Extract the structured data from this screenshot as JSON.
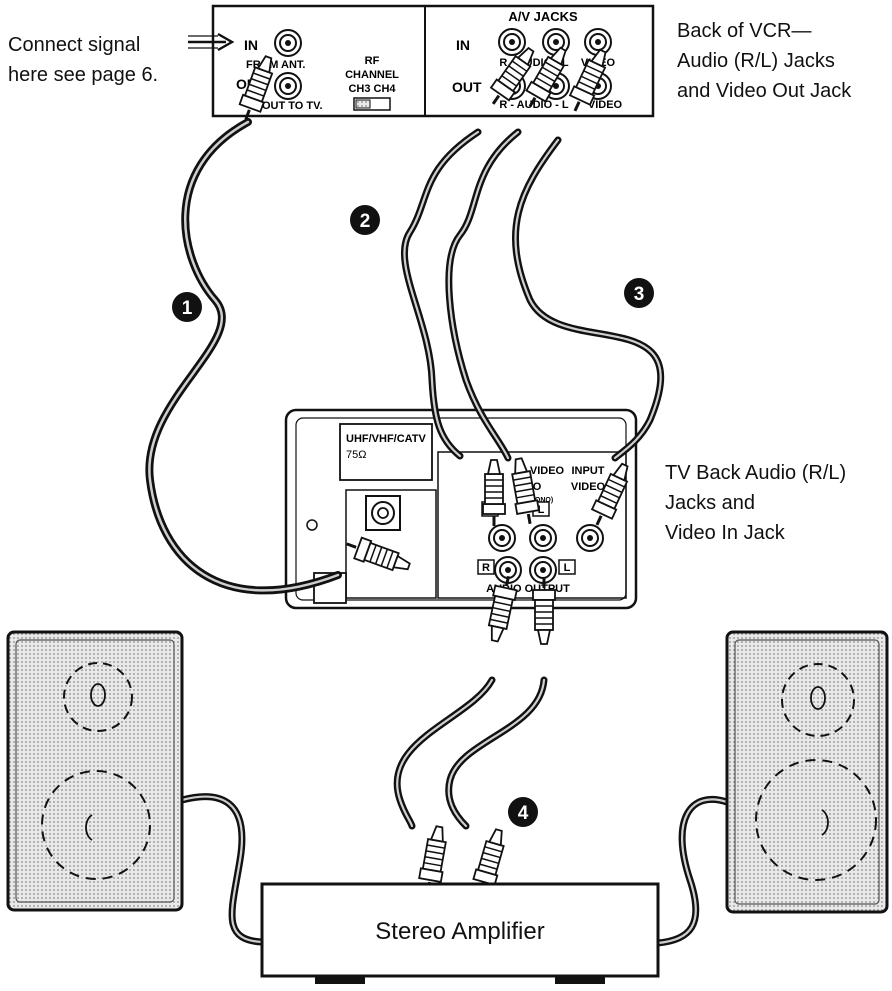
{
  "vcr": {
    "in_label": "IN",
    "from_ant": "FROM ANT.",
    "out_label": "OUT",
    "out_to_tv": "OUT TO TV.",
    "rf_label": "RF",
    "channel_label": "CHANNEL",
    "ch_options": "CH3  CH4",
    "av_jacks_title": "A/V JACKS",
    "av_in_label": "IN",
    "av_out_label": "OUT",
    "audio_label": "R - AUDIO - L",
    "video_label": "VIDEO",
    "audio_label_out": "R - AUDIO - L",
    "video_label_out": "VIDEO"
  },
  "tv": {
    "uhf_label": "UHF/VHF/CATV",
    "ohm_label": "75Ω",
    "video_label": "VIDEO",
    "input_label": "INPUT",
    "video_sub_label": "VIDEO",
    "audio_label": "O",
    "mono_label": "(MONO)",
    "r_badge": "R",
    "l_badge": "L",
    "r_badge_out": "R",
    "l_badge_out": "L",
    "audio_output_label": "AUDIO  OUTPUT"
  },
  "amplifier": {
    "label": "Stereo Amplifier"
  },
  "steps": [
    "1",
    "2",
    "3",
    "4"
  ],
  "captions": {
    "connect_line1": "Connect signal",
    "connect_line2": "here see page 6.",
    "vcr_line1": "Back of VCR—",
    "vcr_line2": "Audio (R/L) Jacks",
    "vcr_line3": "and Video Out Jack",
    "tv_line1": "TV Back Audio (R/L)",
    "tv_line2": "Jacks and",
    "tv_line3": "Video In Jack"
  }
}
